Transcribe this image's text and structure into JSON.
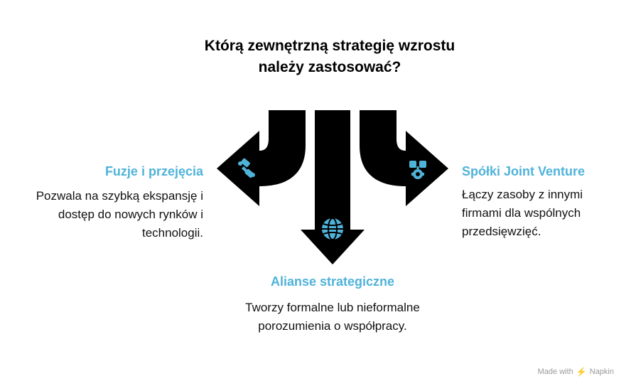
{
  "title": "Którą zewnętrzną strategię wzrostu należy zastosować?",
  "options": [
    {
      "heading": "Fuzje i przejęcia",
      "description": "Pozwala na szybką ekspansję i dostęp do nowych rynków i technologii.",
      "icon": "handshake-icon"
    },
    {
      "heading": "Alianse strategiczne",
      "description": "Tworzy formalne lub nieformalne porozumienia o współpracy.",
      "icon": "globe-icon"
    },
    {
      "heading": "Spółki Joint Venture",
      "description": "Łączy zasoby z innymi firmami dla wspólnych przedsięwzięć.",
      "icon": "puzzle-gear-icon"
    }
  ],
  "colors": {
    "arrow": "#000000",
    "heading": "#4FB3D9",
    "icon": "#4FB3D9"
  },
  "footer": {
    "made_with": "Made with",
    "brand": "Napkin"
  }
}
